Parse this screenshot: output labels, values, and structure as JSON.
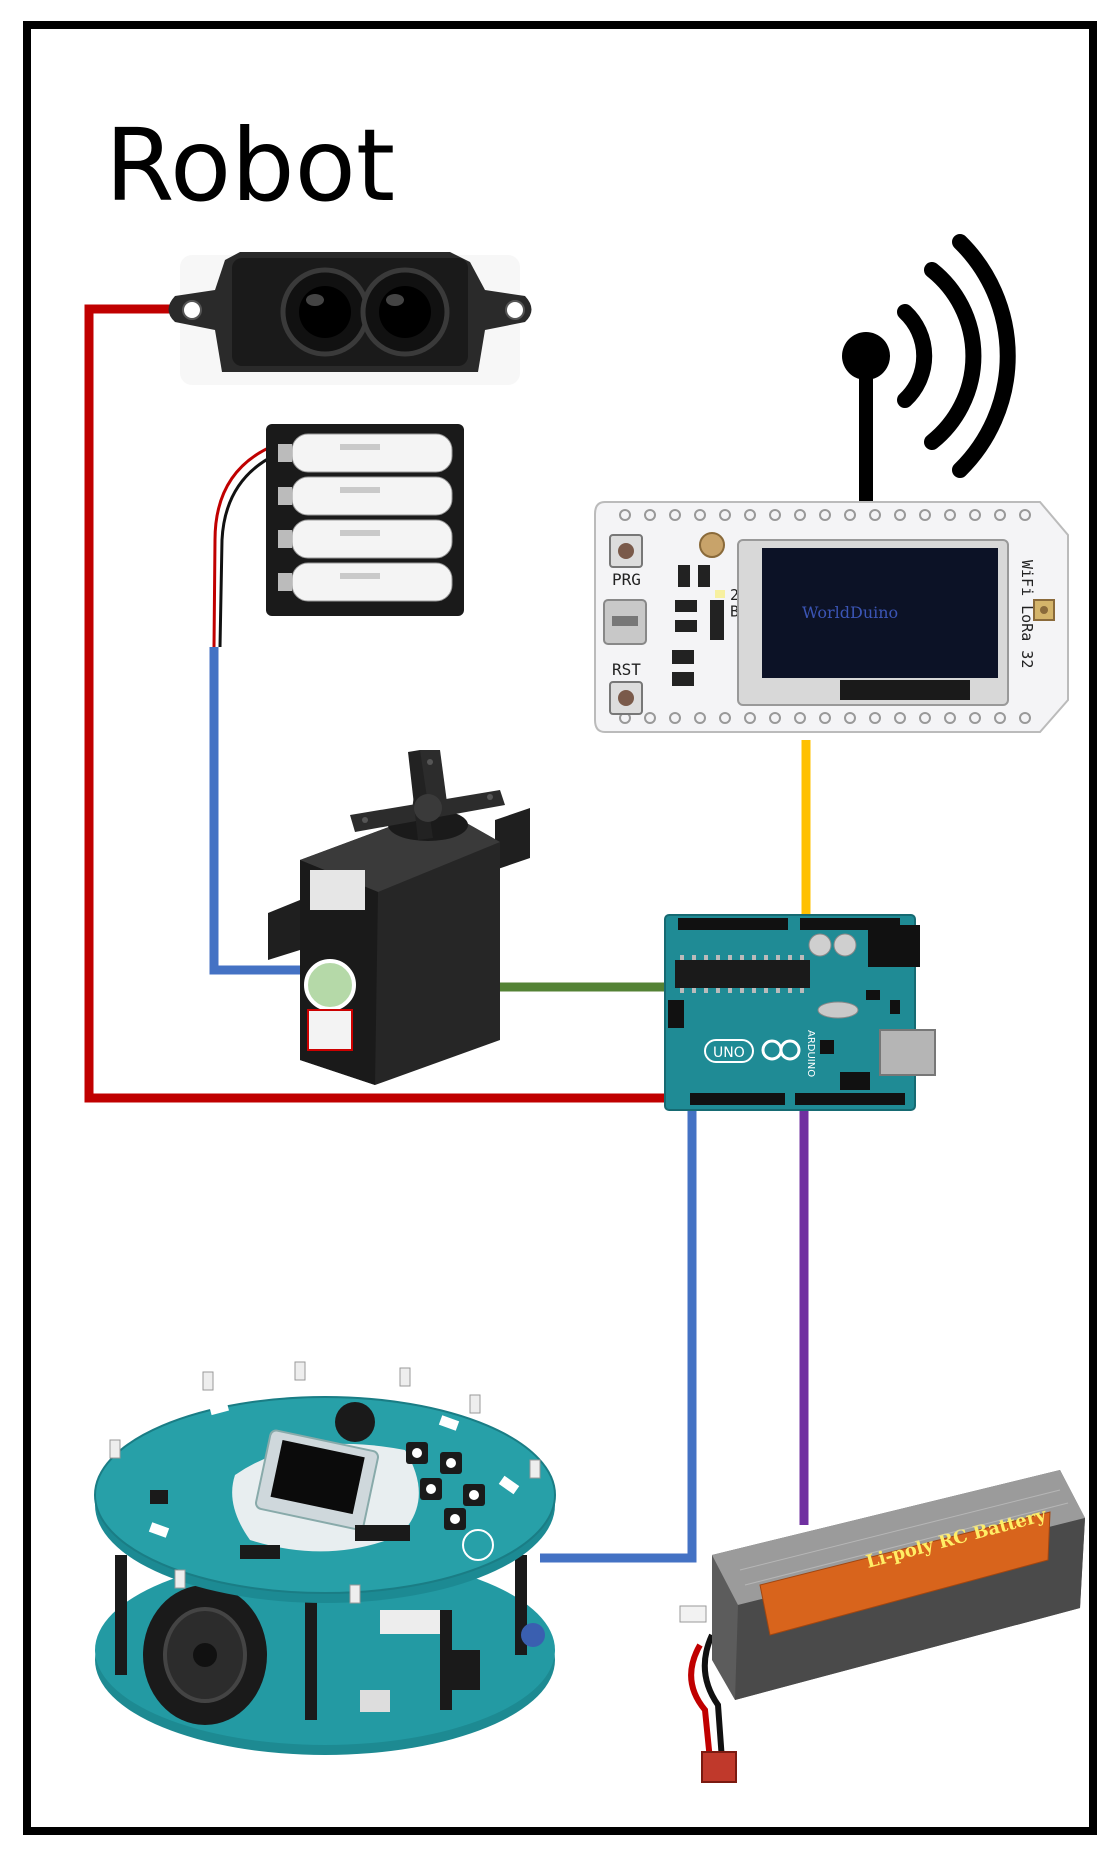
{
  "diagram": {
    "title": "Robot"
  },
  "components": {
    "lora_board": {
      "prg_label": "PRG",
      "rst_label": "RST",
      "bat_label": "25\nBAT",
      "side_label": "WiFi LoRa 32",
      "screen_text": "WorldDuino"
    },
    "arduino": {
      "brand": "ARDUINO",
      "model": "UNO"
    },
    "lipo": {
      "label": "Li-poly RC Battery"
    }
  },
  "colors": {
    "frame": "#000000",
    "red_wire": "#c00000",
    "blue_wire": "#4472c4",
    "green_wire": "#548235",
    "yellow_wire": "#ffc000",
    "purple_wire": "#7030a0",
    "teal_pcb": "#1f8b95",
    "dark_part": "#1c1c1c"
  }
}
